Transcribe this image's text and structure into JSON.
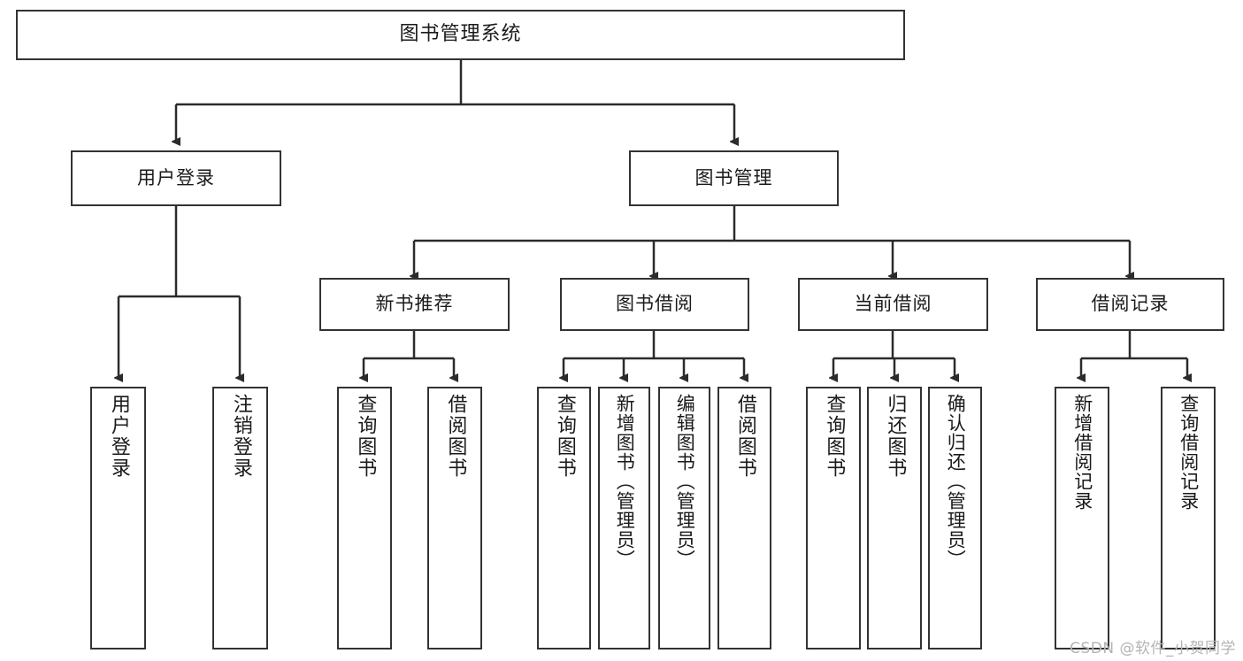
{
  "diagram": {
    "title": "图书管理系统",
    "type": "tree",
    "colors": {
      "node_border": "#333333",
      "node_fill": "#ffffff",
      "edge": "#2b2b2b",
      "text": "#1a1a1a",
      "watermark": "#b4b4b4",
      "background": "#ffffff"
    },
    "root": {
      "id": "root",
      "label": "图书管理系统"
    },
    "level2": [
      {
        "id": "user-login",
        "label": "用户登录"
      },
      {
        "id": "book-manage",
        "label": "图书管理"
      }
    ],
    "level3": [
      {
        "id": "new-book-rec",
        "label": "新书推荐"
      },
      {
        "id": "book-borrow",
        "label": "图书借阅"
      },
      {
        "id": "current-borrow",
        "label": "当前借阅"
      },
      {
        "id": "borrow-record",
        "label": "借阅记录"
      }
    ],
    "leaves": {
      "user_login": [
        {
          "id": "leaf-user-login",
          "label": "用户登录"
        },
        {
          "id": "leaf-user-logout",
          "label": "注销登录"
        }
      ],
      "new_book_rec": [
        {
          "id": "leaf-query-book-1",
          "label": "查询图书"
        },
        {
          "id": "leaf-borrow-book-1",
          "label": "借阅图书"
        }
      ],
      "book_borrow": [
        {
          "id": "leaf-query-book-2",
          "label": "查询图书"
        },
        {
          "id": "leaf-add-book",
          "label": "新增图书（管理员）"
        },
        {
          "id": "leaf-edit-book",
          "label": "编辑图书（管理员）"
        },
        {
          "id": "leaf-borrow-book-2",
          "label": "借阅图书"
        }
      ],
      "current_borrow": [
        {
          "id": "leaf-query-book-3",
          "label": "查询图书"
        },
        {
          "id": "leaf-return-book",
          "label": "归还图书"
        },
        {
          "id": "leaf-confirm-return",
          "label": "确认归还（管理员）"
        }
      ],
      "borrow_record": [
        {
          "id": "leaf-add-record",
          "label": "新增借阅记录"
        },
        {
          "id": "leaf-query-record",
          "label": "查询借阅记录"
        }
      ]
    }
  },
  "watermark": {
    "text": "CSDN @软件_小贺同学"
  }
}
